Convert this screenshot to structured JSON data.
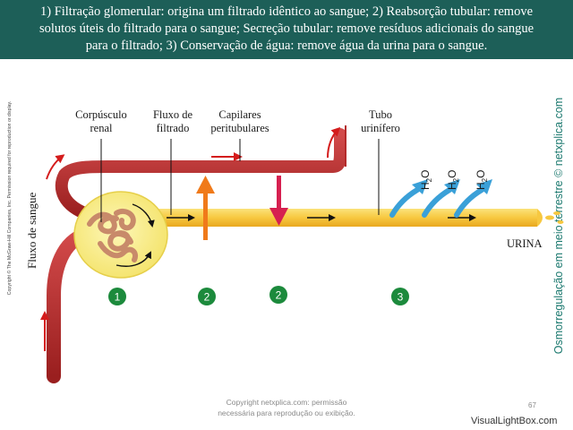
{
  "header": {
    "line1": "1) Filtração glomerular: origina um filtrado idêntico ao sangue; 2) Reabsorção tubular: remove",
    "line2": "solutos úteis do filtrado para o sangue; Secreção tubular: remove resíduos adicionais do sangue",
    "line3": "para o filtrado; 3) Conservação de água: remove água da urina para o sangue."
  },
  "labels": {
    "corpusculo_1": "Corpúsculo",
    "corpusculo_2": "renal",
    "fluxo_filtrado_1": "Fluxo de",
    "fluxo_filtrado_2": "filtrado",
    "capilares_1": "Capilares",
    "capilares_2": "peritubulares",
    "tubo_1": "Tubo",
    "tubo_2": "urinífero",
    "fluxo_sangue": "Fluxo de sangue",
    "urina": "URINA",
    "h2o_main": "H",
    "h2o_sub": "2",
    "h2o_end": "O"
  },
  "badges": [
    "1",
    "2",
    "2",
    "3"
  ],
  "copyright_left": "Copyright © The McGraw-Hill Companies, Inc. Permission required for reproduction or display.",
  "watermark_right": "Osmorregulação em meio terrestre © netxplica.com",
  "footer": {
    "line1": "Copyright netxplica.com: permissão",
    "line2": "necessária para reprodução ou exibição."
  },
  "page_number": "67",
  "brand": "VisualLightBox.com",
  "colors": {
    "header_bg": "#1d5f58",
    "vessel": "#b42a2a",
    "tubule": "#f7c840",
    "glomerulus": "#f7ef8c",
    "water_arrow": "#3aa0d8",
    "secretion_arrow": "#d62050",
    "reabsorption_arrow": "#f07a1a",
    "badge": "#1c8a3c"
  }
}
